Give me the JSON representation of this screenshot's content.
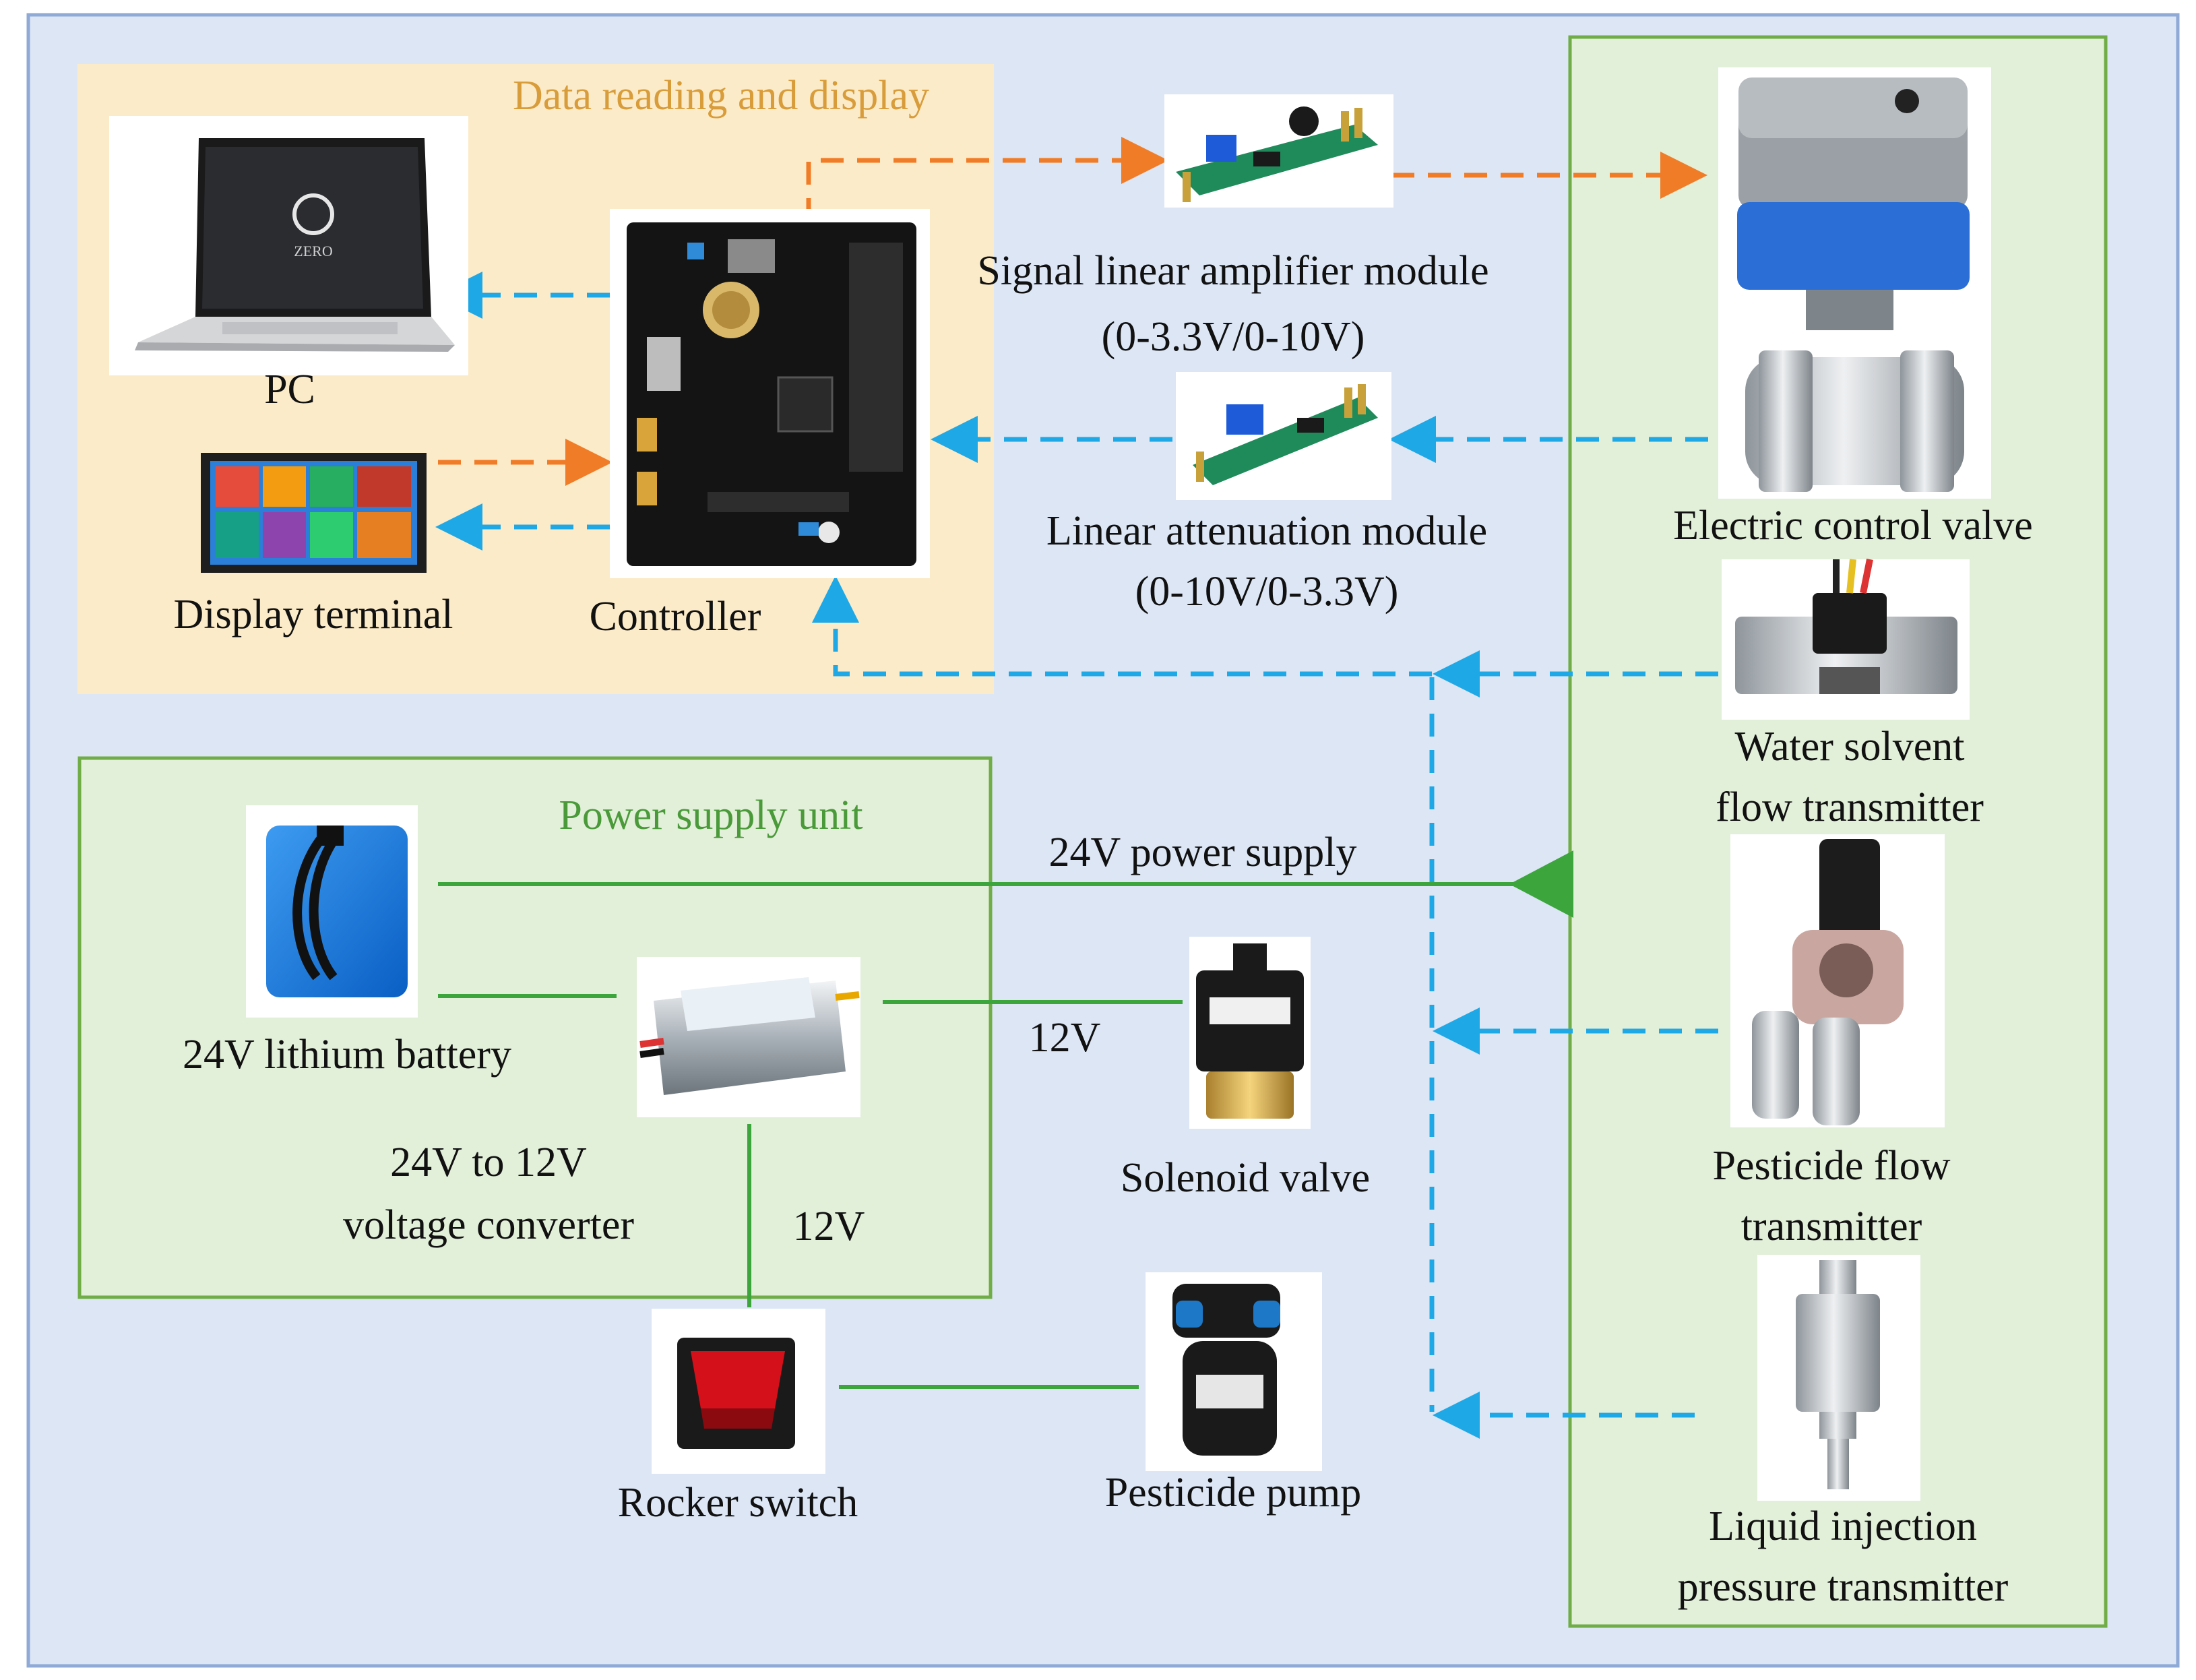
{
  "groups": {
    "data_reading": "Data reading and display",
    "power_supply": "Power supply unit"
  },
  "labels": {
    "pc": "PC",
    "display_terminal": "Display terminal",
    "controller": "Controller",
    "signal_amp_line1": "Signal linear amplifier module",
    "signal_amp_line2": "(0-3.3V/0-10V)",
    "linear_att_line1": "Linear attenuation module",
    "linear_att_line2": "(0-10V/0-3.3V)",
    "electric_valve": "Electric control valve",
    "water_flow_line1": "Water solvent",
    "water_flow_line2": "flow transmitter",
    "pesticide_flow_line1": "Pesticide flow",
    "pesticide_flow_line2": "transmitter",
    "pressure_line1": "Liquid injection",
    "pressure_line2": "pressure transmitter",
    "battery": "24V lithium battery",
    "converter_line1": "24V to 12V",
    "converter_line2": "voltage converter",
    "solenoid": "Solenoid valve",
    "rocker": "Rocker switch",
    "pump": "Pesticide pump",
    "power_24v": "24V power supply",
    "v12_a": "12V",
    "v12_b": "12V"
  },
  "screen_text": {
    "laptop_logo": "ZERO"
  },
  "colors": {
    "background": "#dce6f5",
    "outer_border": "#8faad6",
    "data_panel": "#fcebc8",
    "power_panel": "#e2efd9",
    "panel_border": "#70ad47",
    "signal_orange": "#f07c28",
    "signal_blue": "#1fa8e6",
    "power_green": "#3ca53c",
    "group_title_orange": "#d89c3a",
    "group_title_green": "#4a9a3a"
  }
}
